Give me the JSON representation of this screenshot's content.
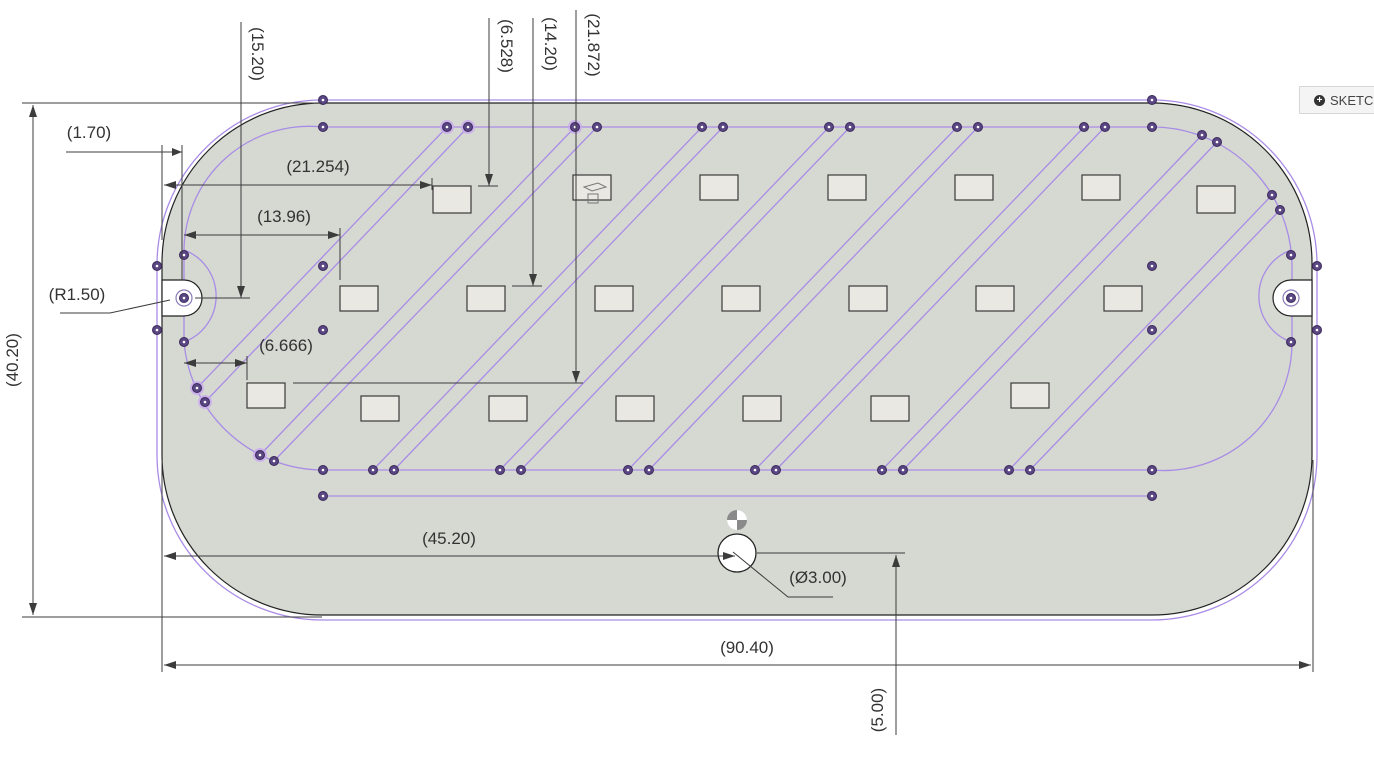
{
  "toolbar": {
    "sketch_button_label": "SKETC",
    "sketch_button_icon": "plus-circle-icon"
  },
  "colors": {
    "face": "#d6d9d2",
    "sketch_line": "#a98ce6",
    "point": "#5b4684",
    "dimension": "#3c3c3c"
  },
  "dimensions": {
    "overall_height": "(40.20)",
    "overall_width": "(90.40)",
    "slot_offset_x": "(1.70)",
    "slot_radius": "(R1.50)",
    "rect_row1_x": "(21.254)",
    "rect_row2_x": "(13.96)",
    "rect_row3_x": "(6.666)",
    "slot_height": "(15.20)",
    "rect_row1_y": "(6.528)",
    "rect_row2_y": "(14.20)",
    "rect_row3_y": "(21.872)",
    "hole_x": "(45.20)",
    "hole_diameter": "(Ø3.00)",
    "hole_y": "(5.00)"
  }
}
